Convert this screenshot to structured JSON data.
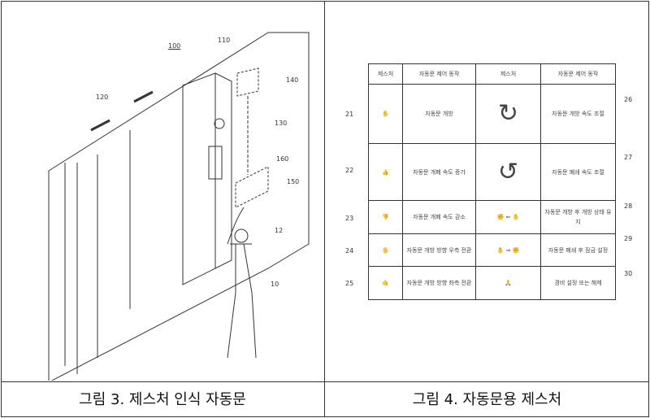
{
  "left_figure": {
    "caption": "그림 3. 제스처 인식 자동문",
    "labels": {
      "door": "100",
      "wall": "110",
      "arrows": "120",
      "camera": "130",
      "sensor": "140",
      "display": "160",
      "controller": "150",
      "hand": "12",
      "user": "10"
    }
  },
  "right_figure": {
    "caption": "그림 4. 자동문용 제스처",
    "headers": [
      "제스처",
      "자동문 제어 동작",
      "제스처",
      "자동문 제어 동작"
    ],
    "rows": [
      {
        "ref_left": "21",
        "action_left": "자동문 개방",
        "ref_right": "26",
        "action_right": "자동문 개방 속도 조절"
      },
      {
        "ref_left": "22",
        "action_left": "자동문 개폐 속도 증가",
        "ref_right": "27",
        "action_right": "자동문 폐쇄 속도 조절"
      },
      {
        "ref_left": "23",
        "action_left": "자동문 개폐 속도 감소",
        "ref_right": "28",
        "action_right": "자동문 개방 후 개방 상태 유지"
      },
      {
        "ref_left": "24",
        "action_left": "자동문 개방 방향 우측 전환",
        "ref_right": "29",
        "action_right": "자동문 폐쇄 후 잠금 설정"
      },
      {
        "ref_left": "25",
        "action_left": "자동문 개방 방향 좌측 전환",
        "ref_right": "30",
        "action_right": "경비 설정 또는 해제"
      }
    ]
  }
}
